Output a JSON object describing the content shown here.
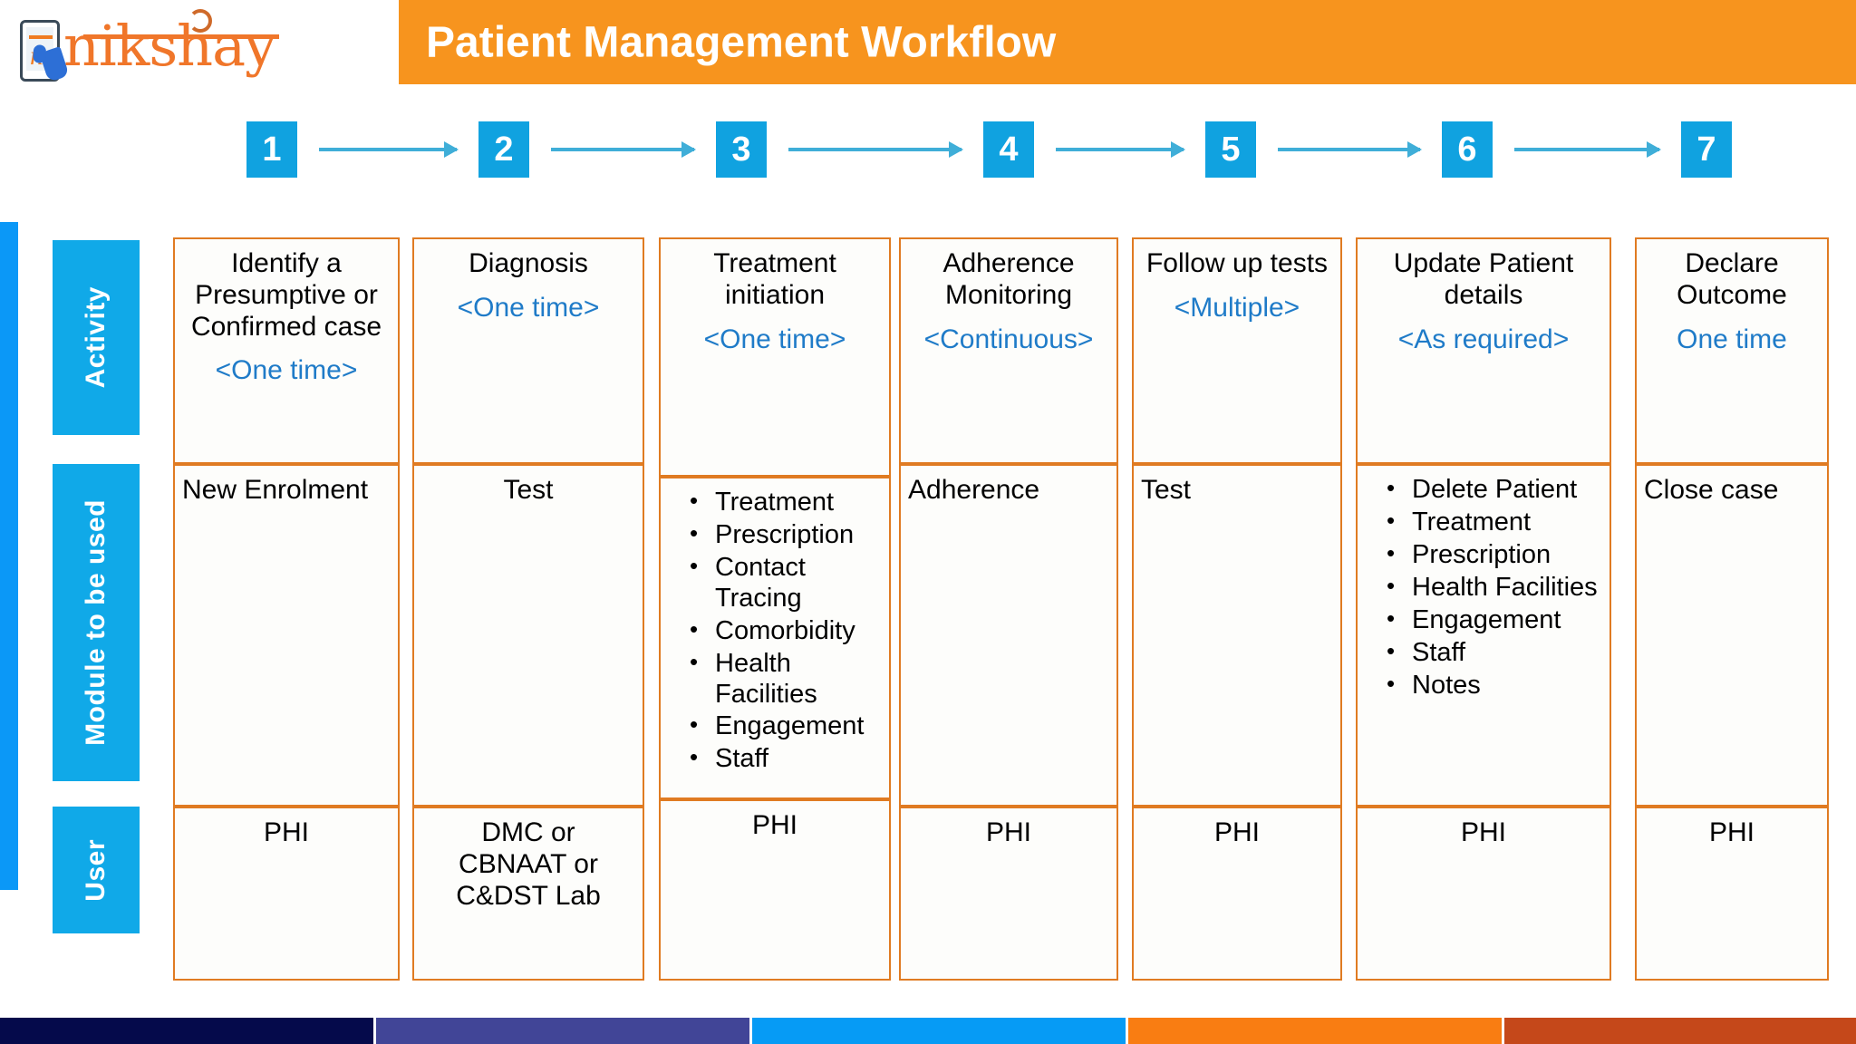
{
  "header": {
    "logo_text": "nikshay",
    "logo_icon": "tablet-hand-icon",
    "title": "Patient Management Workflow",
    "title_bg": "#F7941E"
  },
  "steps": {
    "numbers": [
      "1",
      "2",
      "3",
      "4",
      "5",
      "6",
      "7"
    ],
    "box_color": "#10A2E0",
    "arrow_color": "#3FAED8"
  },
  "rows": [
    {
      "label": "Activity"
    },
    {
      "label": "Module to be used"
    },
    {
      "label": "User"
    }
  ],
  "row_label_color": "#10A9E8",
  "cell_border_color": "#E07B22",
  "accent_text_color": "#1F7BC8",
  "columns": [
    {
      "step": "1",
      "activity": {
        "head": "Identify a\nPresumptive or\nConfirmed case",
        "freq": "<One time>"
      },
      "module": {
        "text": "New Enrolment",
        "bullets": []
      },
      "user": {
        "text": "PHI"
      }
    },
    {
      "step": "2",
      "activity": {
        "head": "Diagnosis",
        "freq": "<One time>"
      },
      "module": {
        "text": "Test",
        "bullets": []
      },
      "user": {
        "text": "DMC or\nCBNAAT or\nC&DST Lab"
      }
    },
    {
      "step": "3",
      "activity": {
        "head": "Treatment\ninitiation",
        "freq": "<One time>"
      },
      "module": {
        "text": "",
        "bullets": [
          "Treatment",
          "Prescription",
          "Contact Tracing",
          "Comorbidity",
          "Health Facilities",
          "Engagement",
          "Staff"
        ]
      },
      "user": {
        "text": "PHI"
      }
    },
    {
      "step": "4",
      "activity": {
        "head": "Adherence\nMonitoring",
        "freq": "<Continuous>"
      },
      "module": {
        "text": "Adherence",
        "bullets": []
      },
      "user": {
        "text": "PHI"
      }
    },
    {
      "step": "5",
      "activity": {
        "head": "Follow up tests",
        "freq": "<Multiple>"
      },
      "module": {
        "text": "Test",
        "bullets": []
      },
      "user": {
        "text": "PHI"
      }
    },
    {
      "step": "6",
      "activity": {
        "head": "Update Patient\ndetails",
        "freq": "<As required>"
      },
      "module": {
        "text": "",
        "bullets": [
          "Delete Patient",
          "Treatment",
          "Prescription",
          "Health Facilities",
          "Engagement",
          "Staff",
          "Notes"
        ]
      },
      "user": {
        "text": "PHI"
      }
    },
    {
      "step": "7",
      "activity": {
        "head": "Declare\nOutcome",
        "freq": "One time"
      },
      "module": {
        "text": "Close case",
        "bullets": []
      },
      "user": {
        "text": "PHI"
      }
    }
  ],
  "bottom_bars": [
    {
      "color": "#050A4B"
    },
    {
      "color": "#414597"
    },
    {
      "color": "#069BF5"
    },
    {
      "color": "#F97D12"
    },
    {
      "color": "#C5481A"
    }
  ]
}
